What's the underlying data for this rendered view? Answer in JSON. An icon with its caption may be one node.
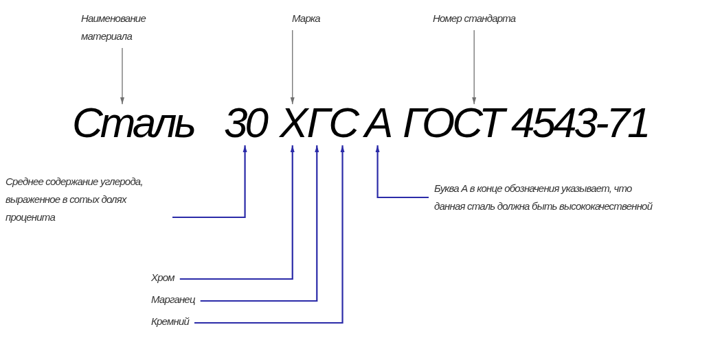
{
  "diagram": {
    "nodes": [
      {
        "text": [
          "Наименование материала"
        ]
      },
      {
        "text": [
          "Марка"
        ]
      },
      {
        "text": [
          "Номер стандарта"
        ]
      },
      {
        "text": [
          "Сталь"
        ]
      },
      {
        "text": [
          "30"
        ]
      },
      {
        "text": [
          "Х"
        ]
      },
      {
        "text": [
          "Г"
        ]
      },
      {
        "text": [
          "С"
        ]
      },
      {
        "text": [
          "А"
        ]
      },
      {
        "text": [
          "ГОСТ 4543-71"
        ]
      },
      {
        "text": [
          "Среднее содержание углерода, выраженное в сотых долях проценита"
        ]
      },
      {
        "text": [
          "Хром"
        ]
      },
      {
        "text": [
          "Марганец"
        ]
      },
      {
        "text": [
          "Кремний"
        ]
      },
      {
        "text": [
          "Буква А в конце обозначения указывает, что данная сталь должна быть высококачественной"
        ]
      }
    ],
    "edges": [
      {
        "from": 0,
        "to": 3,
        "arrow": "to",
        "color": "#707070"
      },
      {
        "from": 1,
        "to": 5,
        "arrow": "to",
        "color": "#707070"
      },
      {
        "from": 2,
        "to": 9,
        "arrow": "to",
        "color": "#707070"
      },
      {
        "from": 10,
        "to": 4,
        "arrow": "to"
      },
      {
        "from": 11,
        "to": 5,
        "arrow": "to"
      },
      {
        "from": 12,
        "to": 6,
        "arrow": "to"
      },
      {
        "from": 13,
        "to": 7,
        "arrow": "to"
      },
      {
        "from": 14,
        "to": 8,
        "arrow": "to"
      }
    ]
  }
}
